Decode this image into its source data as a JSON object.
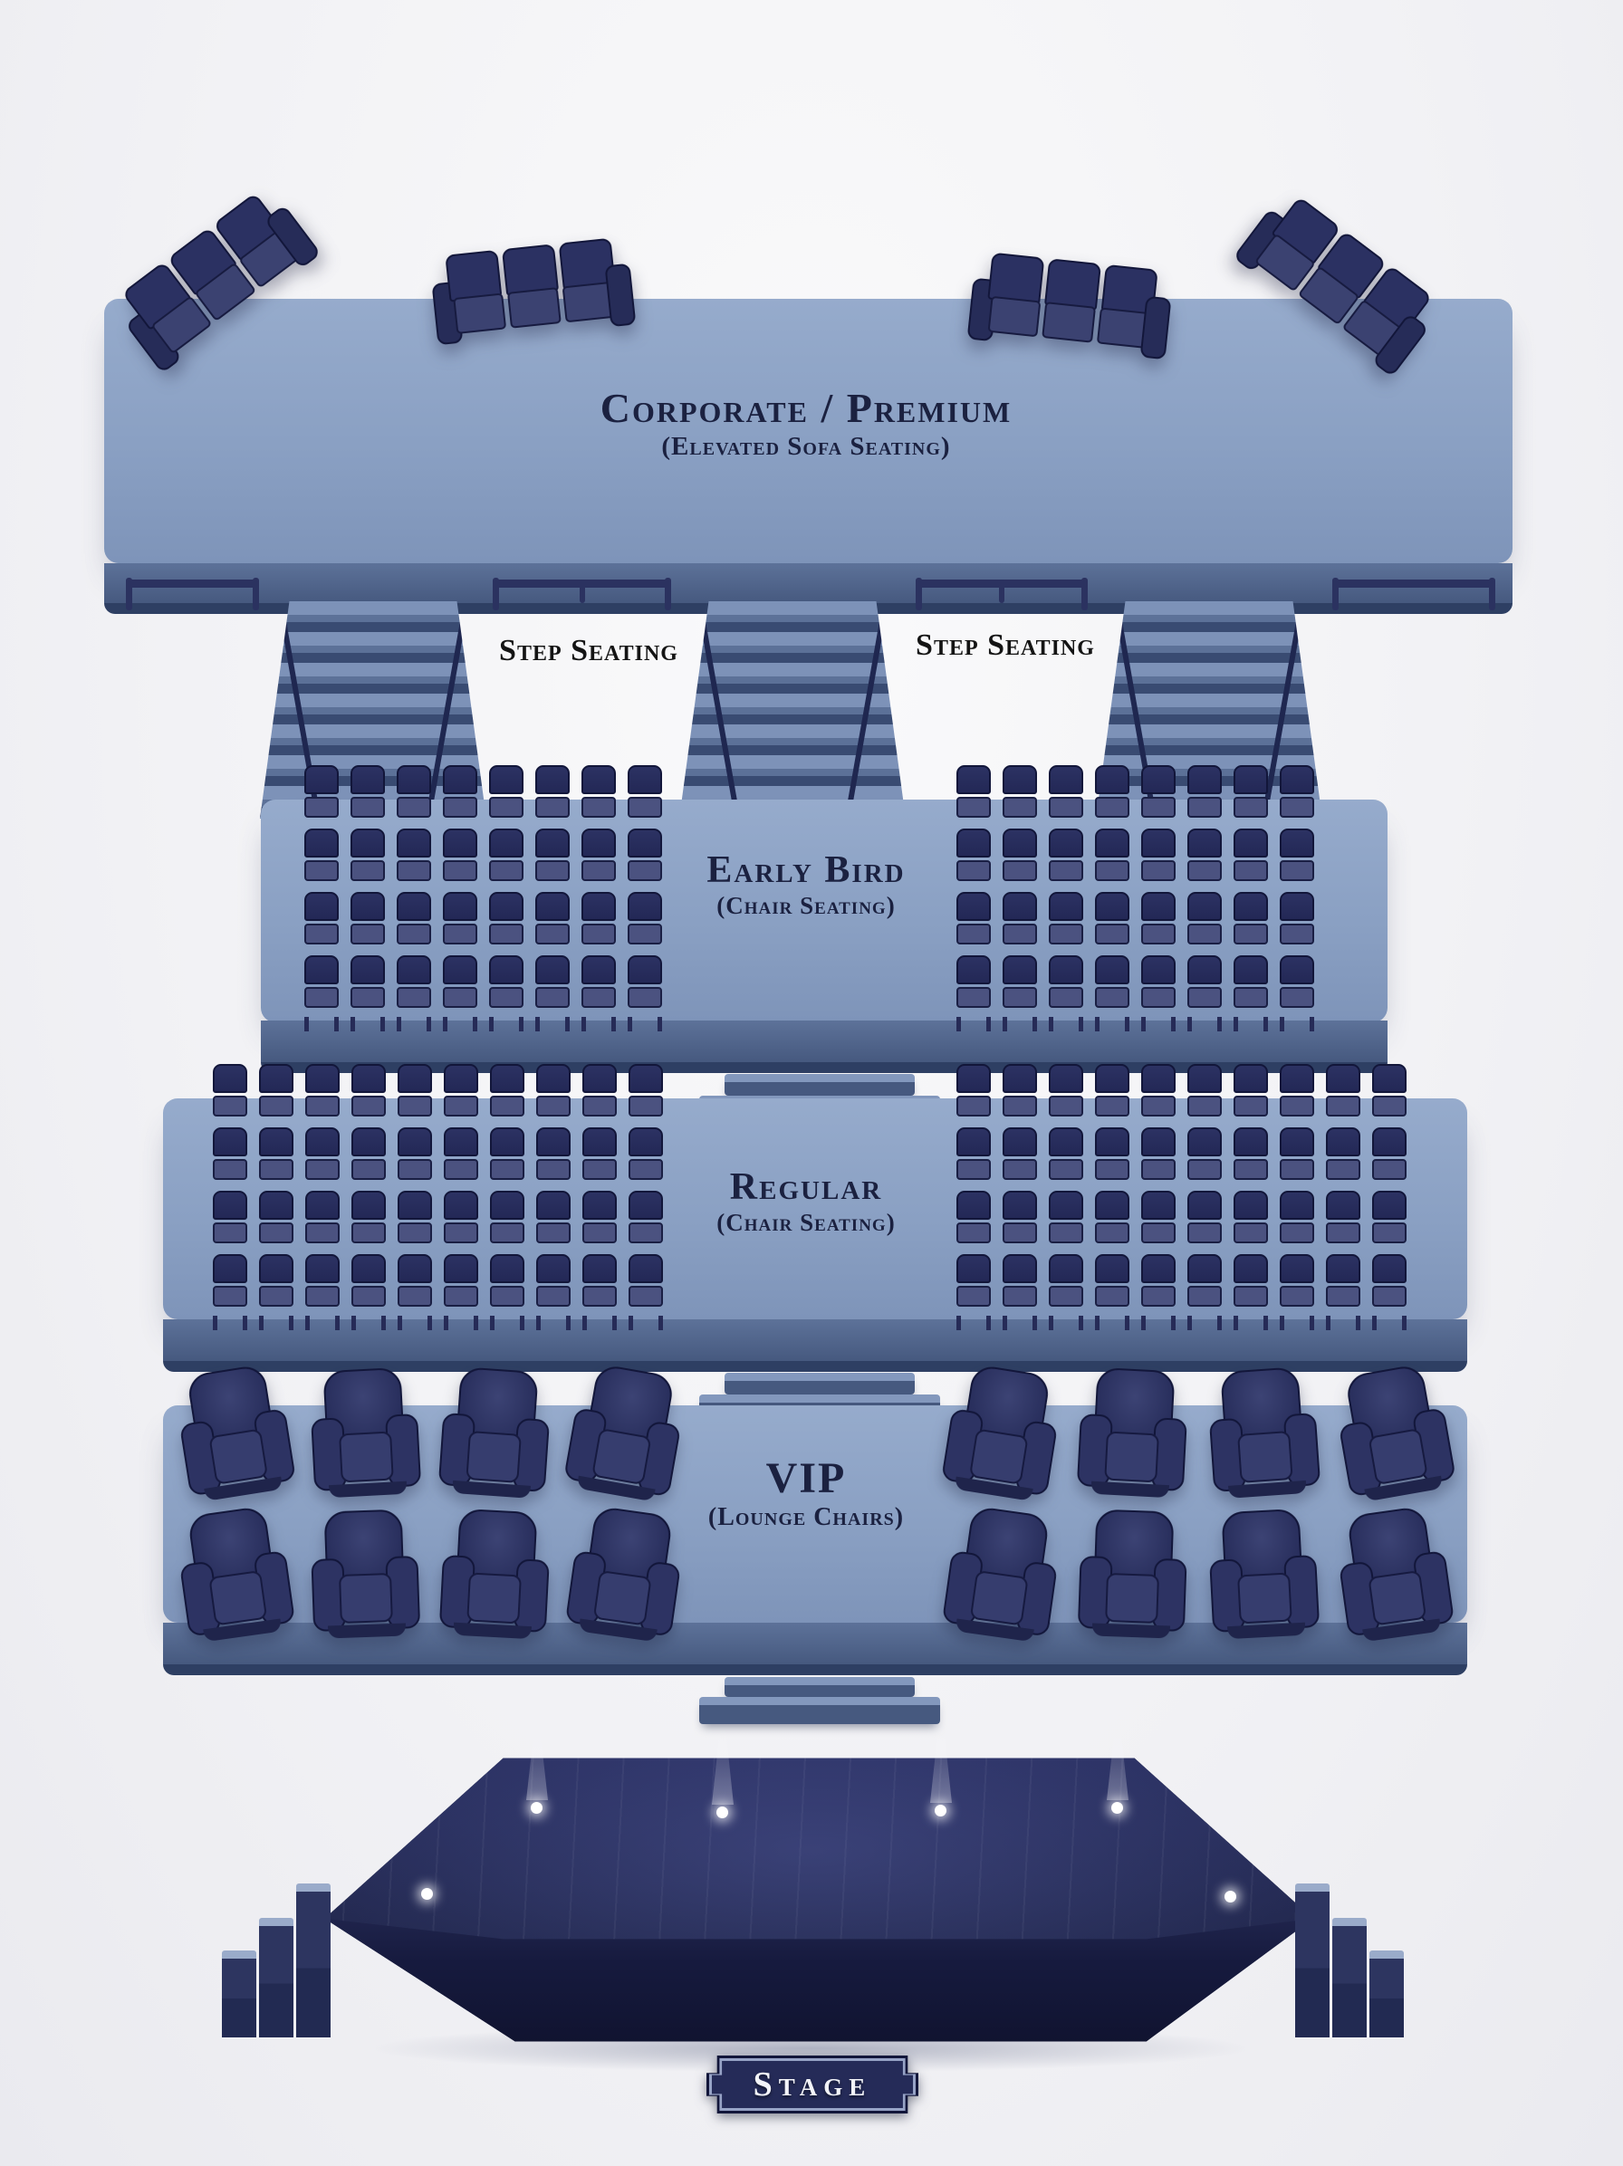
{
  "sections": {
    "corporate": {
      "title": "Corporate / Premium",
      "subtitle": "(Elevated Sofa Seating)",
      "sofa_count": 4,
      "seats_per_sofa": 3,
      "staircase_count": 3
    },
    "step_seating": {
      "label": "Step Seating",
      "label_count": 2
    },
    "early_bird": {
      "title": "Early Bird",
      "subtitle": "(Chair Seating)",
      "blocks": [
        {
          "side": "left",
          "cols": 8,
          "rows": 4
        },
        {
          "side": "right",
          "cols": 8,
          "rows": 4
        }
      ],
      "total_chairs": 64
    },
    "regular": {
      "title": "Regular",
      "subtitle": "(Chair Seating)",
      "blocks": [
        {
          "side": "left",
          "cols": 10,
          "rows": 4
        },
        {
          "side": "right",
          "cols": 10,
          "rows": 4
        }
      ],
      "total_chairs": 80
    },
    "vip": {
      "title": "VIP",
      "subtitle": "(Lounge Chairs)",
      "blocks": [
        {
          "side": "left",
          "cols": 4,
          "rows": 2
        },
        {
          "side": "right",
          "cols": 4,
          "rows": 2
        }
      ],
      "total_chairs": 16
    },
    "stage": {
      "label": "Stage",
      "light_count": 6,
      "side_step_flights": 2
    }
  },
  "palette": {
    "background": "#f2f2f5",
    "platform_top": "#8fa4c5",
    "platform_front": "#46597f",
    "platform_lip": "#2e3f63",
    "stair_tread": "#7d92b8",
    "stair_riser": "#394b72",
    "seat_dark": "#2b3162",
    "seat_mid": "#3b4271",
    "stage_top": "#232950",
    "stage_front": "#14183a",
    "label_navy": "#1b2140",
    "label_black": "#141414",
    "stage_text": "#f3f4f9"
  },
  "icons": {
    "sofa": "sofa-icon (css shape)",
    "chair": "chair-icon (css shape)",
    "lounge": "lounge-chair-icon (css shape)",
    "staircase": "staircase (css shape)",
    "stage_light": "stage-light (white dot)"
  }
}
